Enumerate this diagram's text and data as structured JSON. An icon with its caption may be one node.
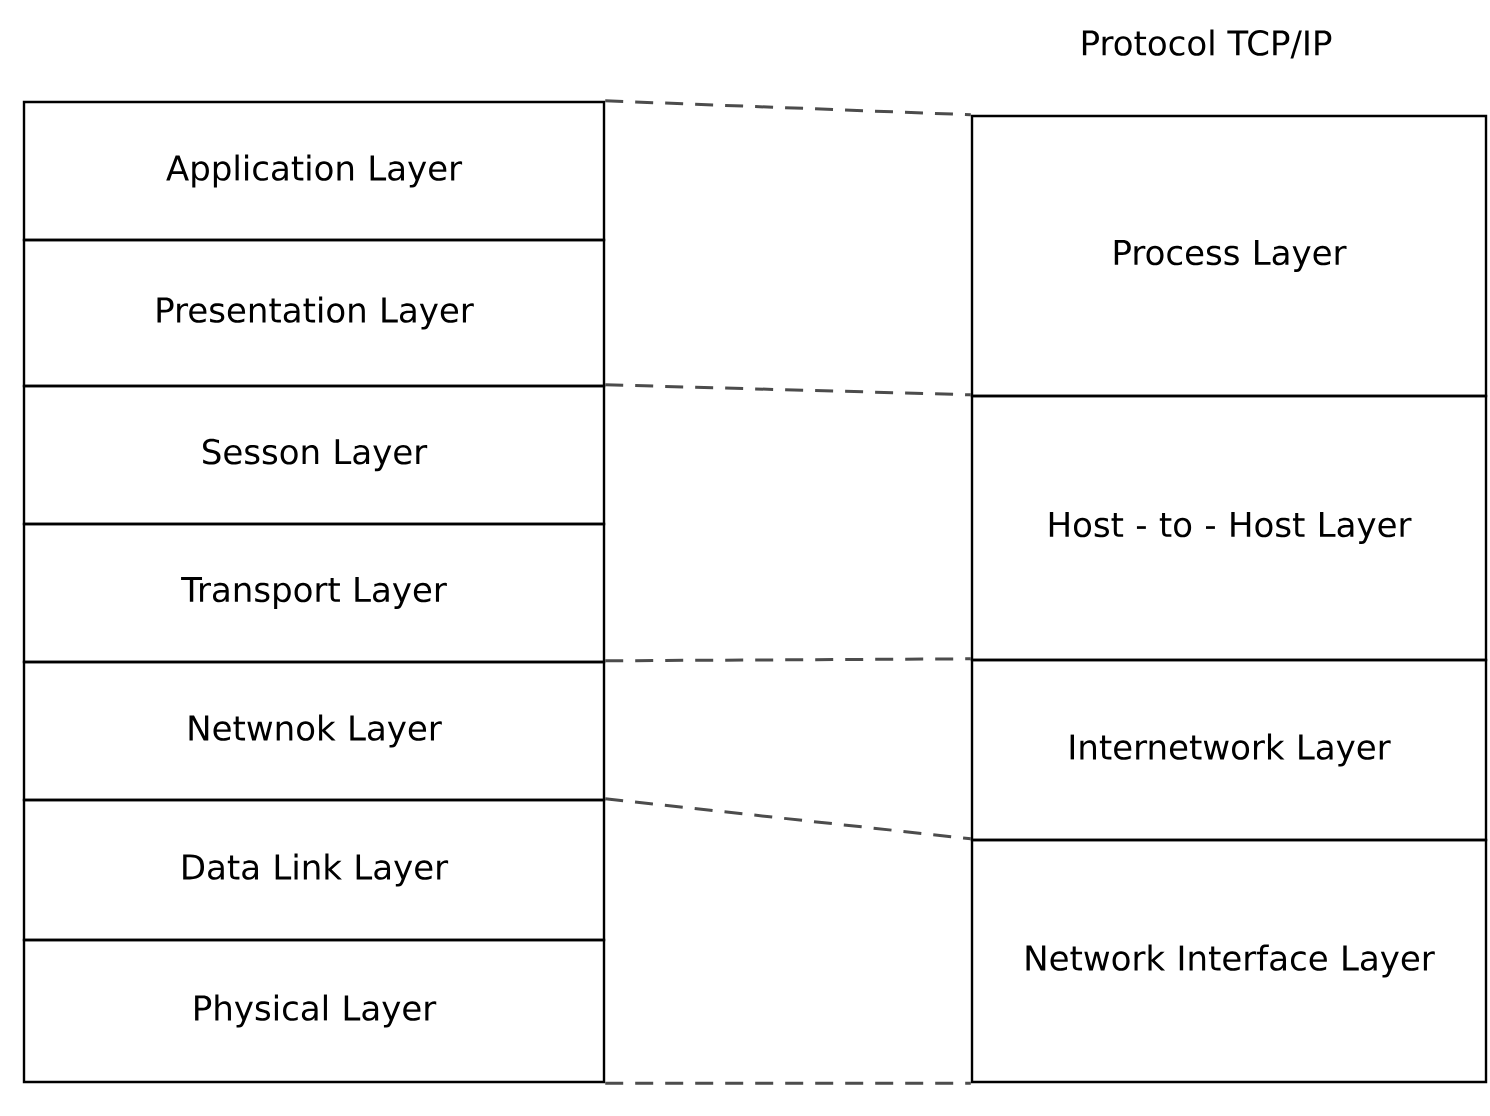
{
  "diagram": {
    "title": "Protocol TCP/IP",
    "nodes": [
      {
        "text": [
          "Application Layer"
        ]
      },
      {
        "text": [
          "Presentation Layer"
        ]
      },
      {
        "text": [
          "Sesson Layer"
        ]
      },
      {
        "text": [
          "Transport Layer"
        ]
      },
      {
        "text": [
          "Netwnok Layer"
        ]
      },
      {
        "text": [
          "Data Link Layer"
        ]
      },
      {
        "text": [
          "Physical Layer"
        ]
      },
      {
        "text": [
          "Process Layer"
        ]
      },
      {
        "text": [
          "Host - to - Host Layer"
        ]
      },
      {
        "text": [
          "Internetwork Layer"
        ]
      },
      {
        "text": [
          "Network Interface Layer"
        ]
      }
    ],
    "edges": [
      {
        "from": 0,
        "to": 7,
        "arrow": "none",
        "style": "dashed"
      },
      {
        "from": 2,
        "to": 8,
        "arrow": "none",
        "style": "dashed"
      },
      {
        "from": 4,
        "to": 9,
        "arrow": "none",
        "style": "dashed"
      },
      {
        "from": 5,
        "to": 10,
        "arrow": "none",
        "style": "dashed"
      },
      {
        "from": 6,
        "to": 10,
        "arrow": "none",
        "style": "dashed"
      }
    ]
  }
}
